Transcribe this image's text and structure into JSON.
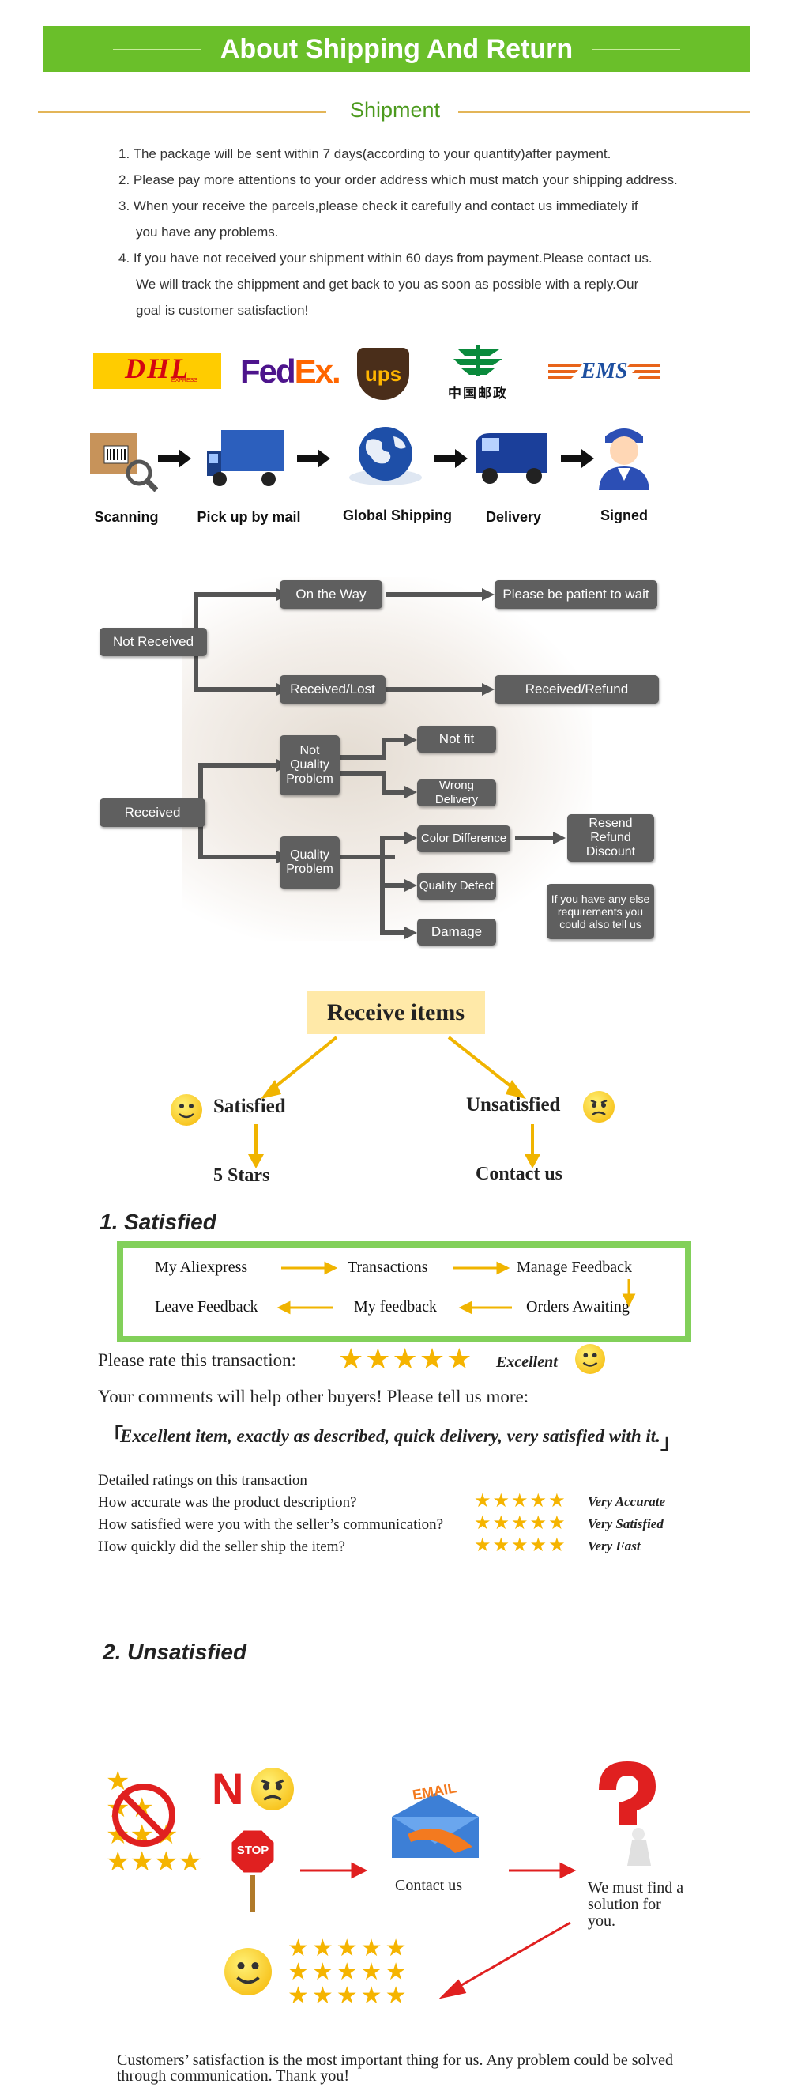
{
  "banner": {
    "title": "About Shipping And Return"
  },
  "shipment": {
    "title": "Shipment",
    "rules": [
      "1. The package will be sent within 7 days(according to your quantity)after payment.",
      "2. Please pay more attentions to your order address which must match your shipping address.",
      "3. When your receive the parcels,please check it carefully and contact us immediately if",
      "you have any problems.",
      "4. If you have not received your shipment within 60 days from payment.Please contact us.",
      "We will track the shippment and get back to you as soon as possible with a reply.Our",
      "goal is customer satisfaction!"
    ]
  },
  "carriers": {
    "dhl": "DHL",
    "dhl_sub": "EXPRESS",
    "fedex_a": "Fed",
    "fedex_b": "Ex.",
    "ups": "ups",
    "china_post": "中国邮政",
    "ems": "EMS"
  },
  "steps": [
    "Scanning",
    "Pick up by mail",
    "Global Shipping",
    "Delivery",
    "Signed"
  ],
  "flow": {
    "not_received": "Not Received",
    "on_the_way": "On the Way",
    "be_patient": "Please be patient to wait",
    "received_lost": "Received/Lost",
    "received_refund": "Received/Refund",
    "received": "Received",
    "not_quality": "Not Quality Problem",
    "quality": "Quality Problem",
    "not_fit": "Not fit",
    "wrong_delivery": "Wrong Delivery",
    "color_difference": "Color Difference",
    "quality_defect": "Quality Defect",
    "damage": "Damage",
    "resend": "Resend Refund Discount",
    "else": "If you have any else requirements you could also tell us"
  },
  "receive": {
    "title": "Receive items",
    "satisfied": "Satisfied",
    "unsatisfied": "Unsatisfied",
    "five_stars": "5 Stars",
    "contact": "Contact us"
  },
  "satisfied_section": {
    "heading": "1. Satisfied",
    "flow": [
      "My Aliexpress",
      "Transactions",
      "Manage Feedback",
      "Leave Feedback",
      "My feedback",
      "Orders Awaiting"
    ],
    "rate": "Please rate this transaction:",
    "excellent": "Excellent",
    "comments": "Your comments will help other buyers! Please tell us more:",
    "quote_open": "「",
    "quote": "Excellent item, exactly as described, quick delivery, very satisfied with it.",
    "quote_close": "」",
    "detailed": "Detailed ratings on this transaction",
    "ratings": [
      {
        "q": "How accurate was the product description?",
        "a": "Very Accurate"
      },
      {
        "q": "How satisfied were you with the seller’s communication?",
        "a": "Very Satisfied"
      },
      {
        "q": "How quickly did the seller ship the item?",
        "a": "Very Fast"
      }
    ]
  },
  "unsatisfied_section": {
    "heading": "2. Unsatisfied",
    "n": "N",
    "stop": "STOP",
    "email": "EMAIL",
    "contact": "Contact us",
    "solution": "We must find a solution for you.",
    "closing": "Customers’ satisfaction is the most important thing for us. Any problem could be solved through communication. Thank you!"
  },
  "colors": {
    "green": "#6abf2a",
    "node": "#5f5f5f",
    "gold": "#f5b400",
    "red": "#e02020"
  }
}
